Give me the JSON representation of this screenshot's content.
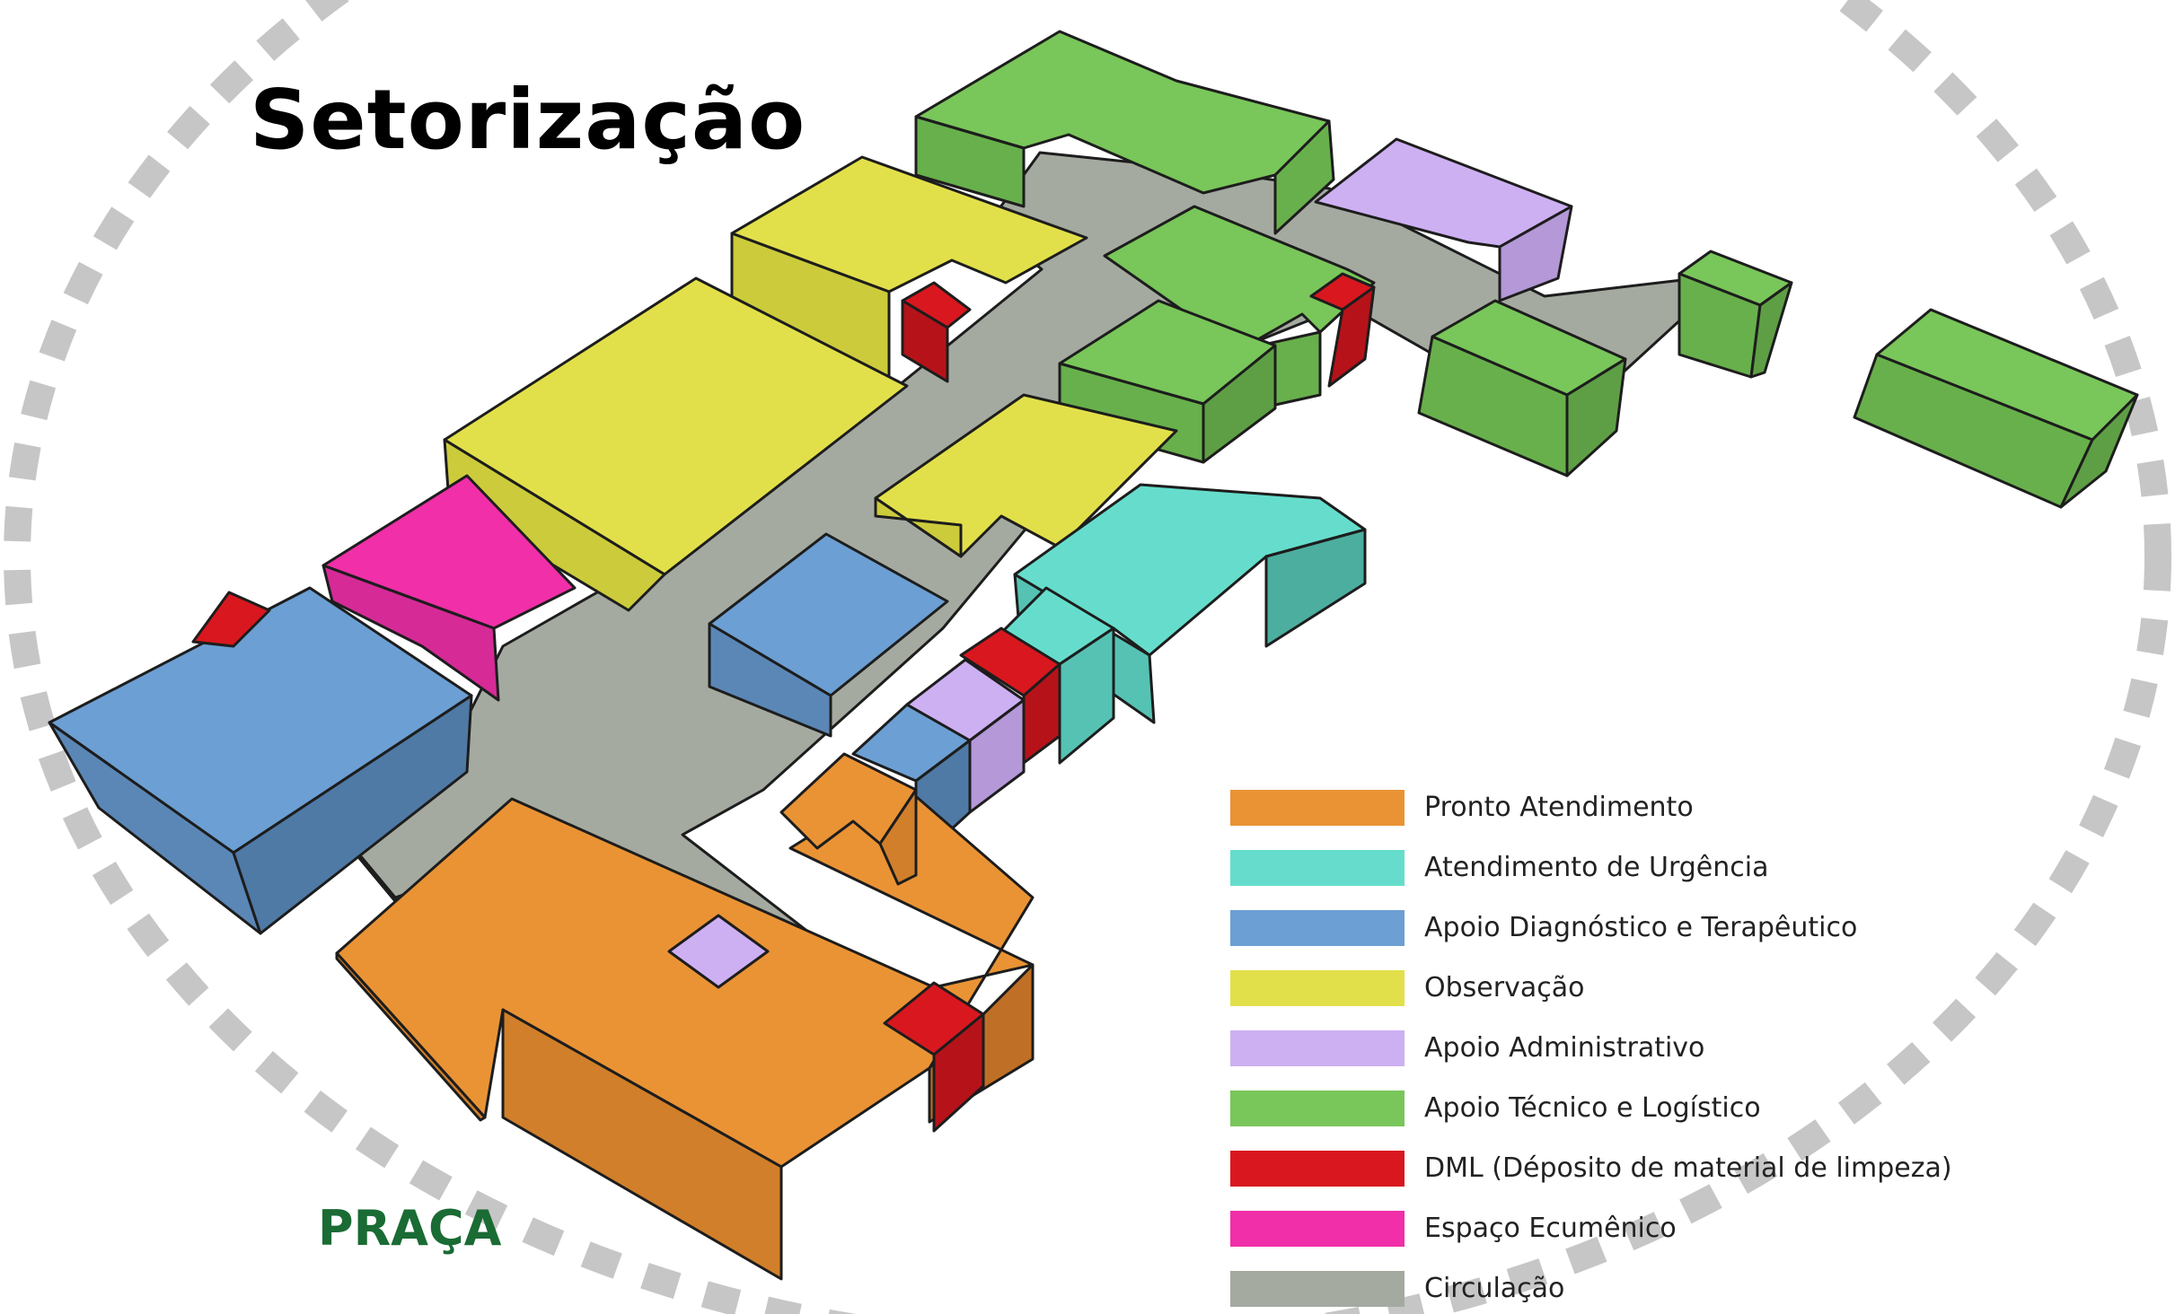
{
  "title": "Setorização",
  "site_label": "PRAÇA",
  "colors": {
    "pronto_atendimento": "#ea9335",
    "urgencia": "#66ddcc",
    "diagnostico": "#6c9fd3",
    "observacao": "#e2e04a",
    "administrativo": "#cdb0f2",
    "tecnico": "#79c65a",
    "dml": "#d9171f",
    "ecumenico": "#f02fa8",
    "circulacao": "#a5aaa1",
    "ring": "#c6c6c6"
  },
  "legend": [
    {
      "label": "Pronto Atendimento",
      "color": "#ea9335"
    },
    {
      "label": "Atendimento de Urgência",
      "color": "#66ddcc"
    },
    {
      "label": "Apoio Diagnóstico e Terapêutico",
      "color": "#6c9fd3"
    },
    {
      "label": "Observação",
      "color": "#e2e04a"
    },
    {
      "label": "Apoio Administrativo",
      "color": "#cdb0f2"
    },
    {
      "label": "Apoio Técnico e Logístico",
      "color": "#79c65a"
    },
    {
      "label": "DML (Déposito de material de limpeza)",
      "color": "#d9171f"
    },
    {
      "label": "Espaço Ecumênico",
      "color": "#f02fa8"
    },
    {
      "label": "Circulação",
      "color": "#a5aaa1"
    }
  ]
}
